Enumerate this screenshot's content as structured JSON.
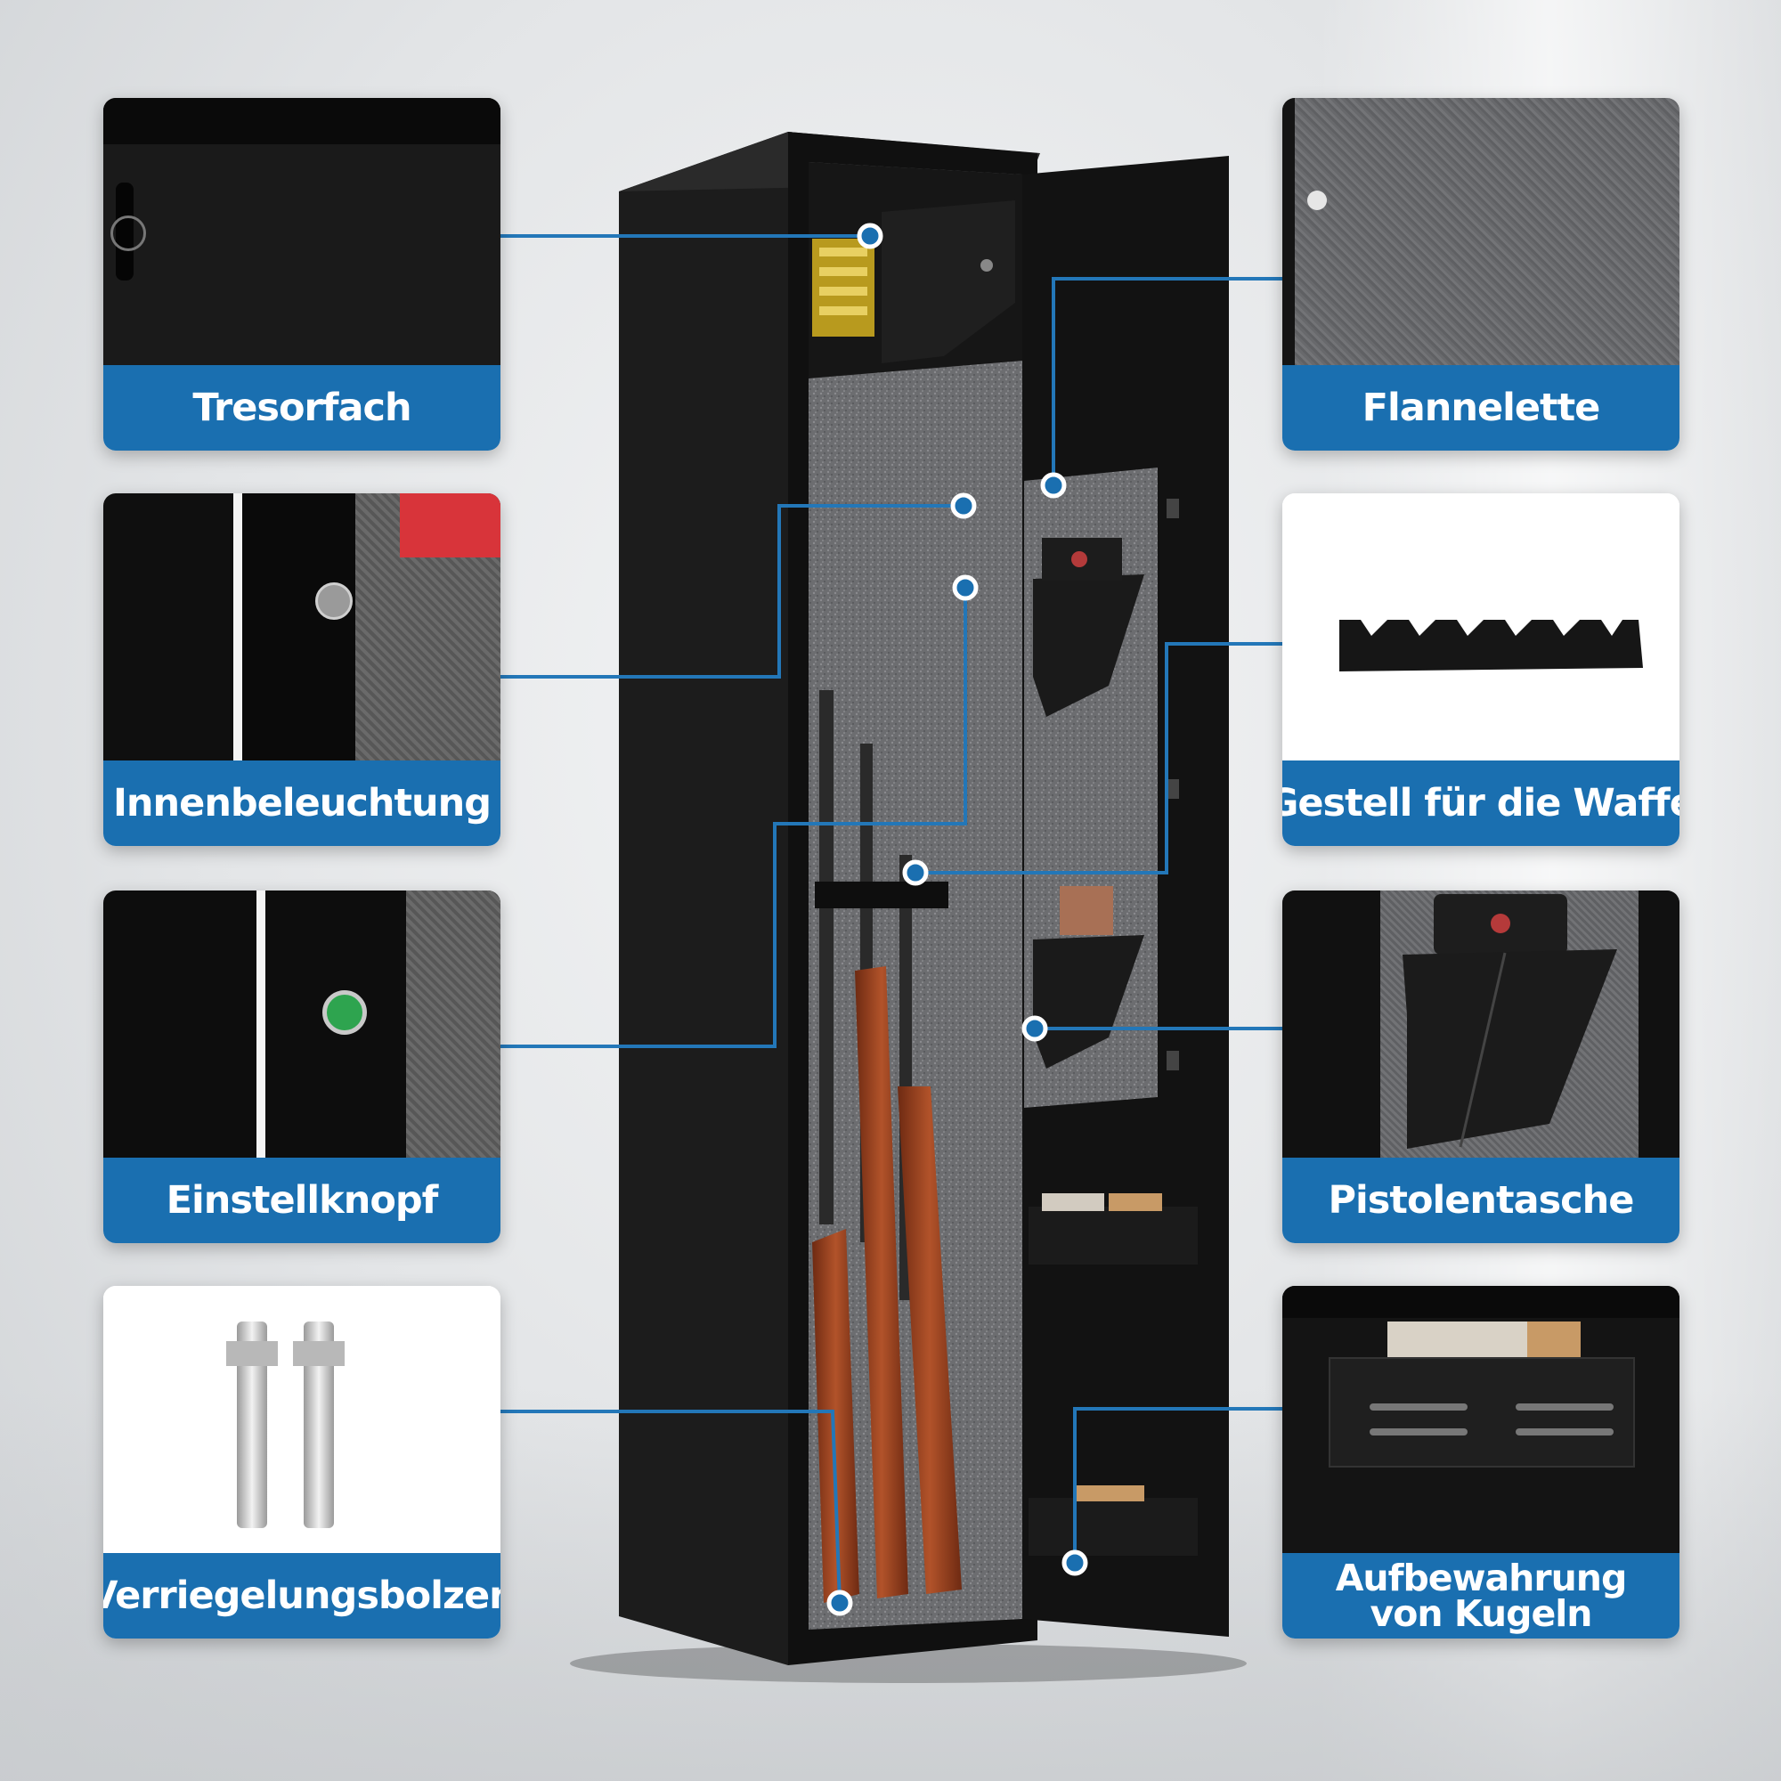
{
  "features": {
    "left": [
      {
        "label": "Tresorfach"
      },
      {
        "label": "Innenbeleuchtung"
      },
      {
        "label": "Einstellknopf"
      },
      {
        "label": "Verriegelungsbolzen"
      }
    ],
    "right": [
      {
        "label": "Flannelette"
      },
      {
        "label": "Gestell für die Waffe"
      },
      {
        "label": "Pistolentasche"
      },
      {
        "label_line1": "Aufbewahrung",
        "label_line2": "von Kugeln"
      }
    ]
  },
  "colors": {
    "accent_blue": "#1a6fb0",
    "leader_line": "#2377b8",
    "safe_body": "#141414",
    "felt_gray": "#6e6f72"
  }
}
